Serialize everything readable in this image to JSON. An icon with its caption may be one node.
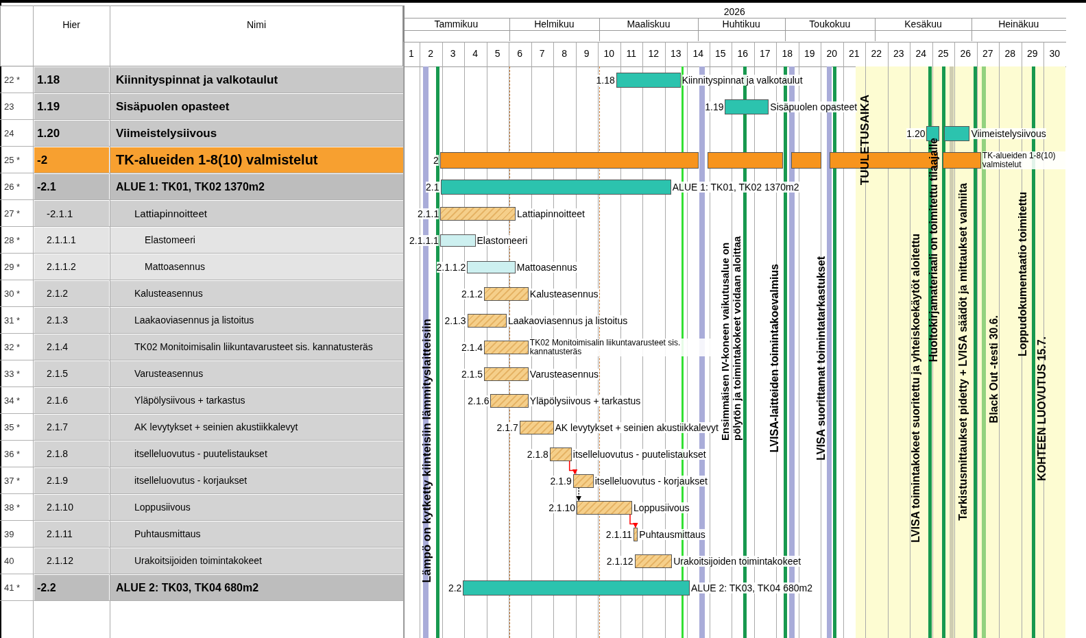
{
  "diagram": {
    "nodes": [
      {
        "text": [],
        "shape": "bar",
        "beside": [
          "1.18",
          "Kiinnityspinnat ja valkotaulut"
        ]
      },
      {
        "text": [],
        "shape": "bar",
        "beside": [
          "1.19",
          "Sisäpuolen opasteet"
        ]
      },
      {
        "text": [],
        "shape": "bar",
        "beside": [
          "1.20",
          "Viimeistelysiivous"
        ]
      },
      {
        "text": [],
        "shape": "bar",
        "beside": [
          "2",
          "TK-alueiden 1-8(10) valmistelut"
        ]
      },
      {
        "text": [],
        "shape": "bar",
        "beside": [
          "2.1",
          "ALUE 1: TK01, TK02 1370m2"
        ]
      },
      {
        "text": [],
        "shape": "bar",
        "beside": [
          "2.1.1",
          "Lattiapinnoitteet"
        ]
      },
      {
        "text": [],
        "shape": "bar",
        "beside": [
          "2.1.1.1",
          "Elastomeeri"
        ]
      },
      {
        "text": [],
        "shape": "bar",
        "beside": [
          "2.1.1.2",
          "Mattoasennus"
        ]
      },
      {
        "text": [],
        "shape": "bar",
        "beside": [
          "2.1.2",
          "Kalusteasennus"
        ]
      },
      {
        "text": [],
        "shape": "bar",
        "beside": [
          "2.1.3",
          "Laakaoviasennus ja listoitus"
        ]
      },
      {
        "text": [],
        "shape": "bar",
        "beside": [
          "2.1.4",
          "TK02 Monitoimisalin liikuntavarusteet sis. kannatusteräs"
        ]
      },
      {
        "text": [],
        "shape": "bar",
        "beside": [
          "2.1.5",
          "Varusteasennus"
        ]
      },
      {
        "text": [],
        "shape": "bar",
        "beside": [
          "2.1.6",
          "Yläpölysiivous + tarkastus"
        ]
      },
      {
        "text": [],
        "shape": "bar",
        "beside": [
          "2.1.7",
          "AK levytykset + seinien akustiikkalevyt"
        ]
      },
      {
        "text": [],
        "shape": "bar",
        "beside": [
          "2.1.8",
          "itselleluovutus - puutelistaukset"
        ]
      },
      {
        "text": [],
        "shape": "bar",
        "beside": [
          "2.1.9",
          "itselleluovutus - korjaukset"
        ]
      },
      {
        "text": [],
        "shape": "bar",
        "beside": [
          "2.1.10",
          "Loppusiivous"
        ]
      },
      {
        "text": [],
        "shape": "bar",
        "beside": [
          "2.1.11",
          "Puhtausmittaus"
        ]
      },
      {
        "text": [],
        "shape": "bar",
        "beside": [
          "2.1.12",
          "Urakoitsijoiden toimintakokeet"
        ]
      },
      {
        "text": [],
        "shape": "bar",
        "beside": [
          "2.2",
          "ALUE 2: TK03, TK04 680m2"
        ]
      }
    ],
    "edges": [
      {
        "from": 14,
        "to": 15,
        "arrow": "to",
        "color": "#ff0000"
      },
      {
        "from": 15,
        "to": 16,
        "arrow": "to",
        "style": "dashed",
        "color": "#000000"
      },
      {
        "from": 16,
        "to": 17,
        "arrow": "to",
        "color": "#ff0000"
      }
    ],
    "labels": [
      "2026",
      "Hier",
      "Nimi",
      "Tammikuu",
      "Helmikuu",
      "Maaliskuu",
      "Huhtikuu",
      "Toukokuu",
      "Kesäkuu",
      "Heinäkuu",
      "1",
      "2",
      "3",
      "4",
      "5",
      "6",
      "7",
      "8",
      "9",
      "10",
      "11",
      "12",
      "13",
      "14",
      "15",
      "16",
      "17",
      "18",
      "19",
      "20",
      "21",
      "22",
      "23",
      "24",
      "25",
      "26",
      "27",
      "28",
      "29",
      "30",
      "22 *",
      "1.18",
      "Kiinnityspinnat ja valkotaulut",
      "23",
      "1.19",
      "Sisäpuolen opasteet",
      "24",
      "1.20",
      "Viimeistelysiivous",
      "25 *",
      "-2",
      "TK-alueiden 1-8(10) valmistelut",
      "26 *",
      "-2.1",
      "ALUE 1: TK01, TK02 1370m2",
      "27 *",
      "-2.1.1",
      "Lattiapinnoitteet",
      "28 *",
      "2.1.1.1",
      "Elastomeeri",
      "29 *",
      "2.1.1.2",
      "Mattoasennus",
      "30 *",
      "2.1.2",
      "Kalusteasennus",
      "31 *",
      "2.1.3",
      "Laakaoviasennus ja listoitus",
      "32 *",
      "2.1.4",
      "TK02 Monitoimisalin liikuntavarusteet sis. kannatusteräs",
      "33 *",
      "2.1.5",
      "Varusteasennus",
      "34 *",
      "2.1.6",
      "Yläpölysiivous + tarkastus",
      "35 *",
      "2.1.7",
      "AK levytykset + seinien akustiikkalevyt",
      "36 *",
      "2.1.8",
      "itselleluovutus - puutelistaukset",
      "37 *",
      "2.1.9",
      "itselleluovutus - korjaukset",
      "38 *",
      "2.1.10",
      "Loppusiivous",
      "39",
      "2.1.11",
      "Puhtausmittaus",
      "40",
      "2.1.12",
      "Urakoitsijoiden toimintakokeet",
      "41 *",
      "-2.2",
      "ALUE 2: TK03, TK04 680m2",
      "Lämpö on kytketty kiinteisiin lämmityslaitteisiin",
      "Ensimmäisen IV-koneen vaikutusalue on pölytön ja toimintakokeet voidaan aloittaa",
      "LVISA-laitteiden toimintakoevalmius",
      "LVISA suorittamat toimintatarkastukset",
      "TUULETUSAIKA",
      "LVISA toimintakokeet suoritettu ja yhteiskoekäytöt aloitettu",
      "Huoltokirjamateriaali on toimitettu tilaajalle",
      "Tarkistusmittaukset pidetty + LVISA säädöt ja mittaukset valmiita",
      "Black Out -testi 30.6.",
      "Loppudokumentaatio toimitettu",
      "KOHTEEN LUOVUTUS 15.7."
    ]
  }
}
